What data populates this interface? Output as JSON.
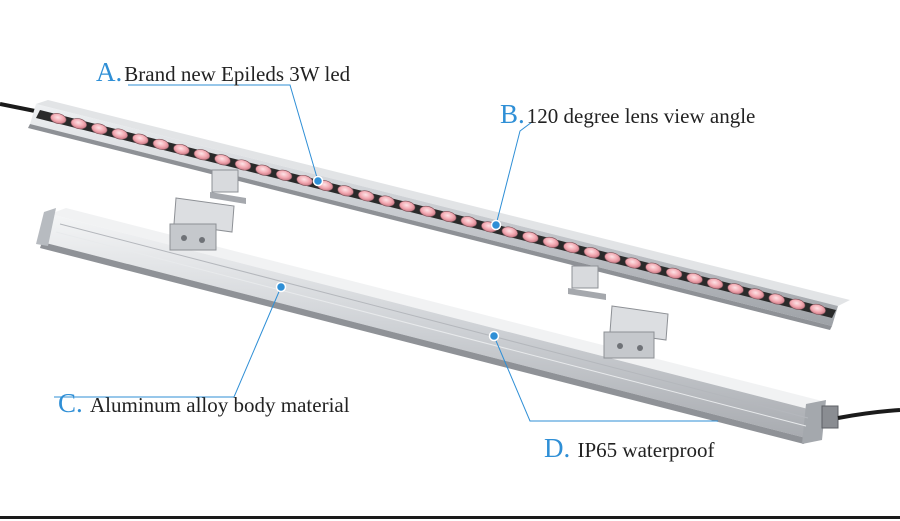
{
  "colors": {
    "accent": "#2f8fd6",
    "text": "#222222",
    "led": "#f2a7b0",
    "aluminum": "#c9ccd0"
  },
  "callouts": [
    {
      "letter": "A.",
      "text": "Brand new Epileds 3W led"
    },
    {
      "letter": "B.",
      "text": "120 degree lens view angle"
    },
    {
      "letter": "C.",
      "text": "Aluminum alloy body material"
    },
    {
      "letter": "D.",
      "text": "IP65 waterproof"
    }
  ]
}
